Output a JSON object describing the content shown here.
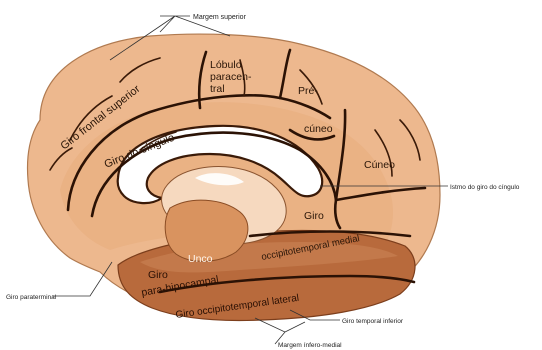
{
  "colors": {
    "cortex": "#edb88e",
    "cortex_dark": "#c9875a",
    "temporal": "#b86a3c",
    "temporal_dark": "#8f4b24",
    "sulcus": "#2b1205",
    "white_matter": "#ffffff"
  },
  "labels": {
    "margem_superior": "Margem superior",
    "lobulo_line1": "Lóbulo",
    "lobulo_line2": "paracen-",
    "lobulo_line3": "tral",
    "pre_line1": "Pré-",
    "pre_line2": "cúneo",
    "giro_frontal_superior": "Giro frontal superior",
    "giro_do_cingulo": "Giro do cíngulo",
    "cuneo": "Cúneo",
    "istmo": "Istmo do giro do cíngulo",
    "giro_occ_medial_line1": "Giro",
    "giro_occ_medial_line2": "occipitotemporal medial",
    "unco": "Unco",
    "giro_para_line1": "Giro",
    "giro_para_line2": "para-hipocampal",
    "giro_occ_lateral": "Giro occipitotemporal lateral",
    "giro_paraterminal": "Giro paraterminal",
    "giro_temporal_inferior": "Giro temporal inferior",
    "margem_inferomedial": "Margem ínfero-medial"
  }
}
